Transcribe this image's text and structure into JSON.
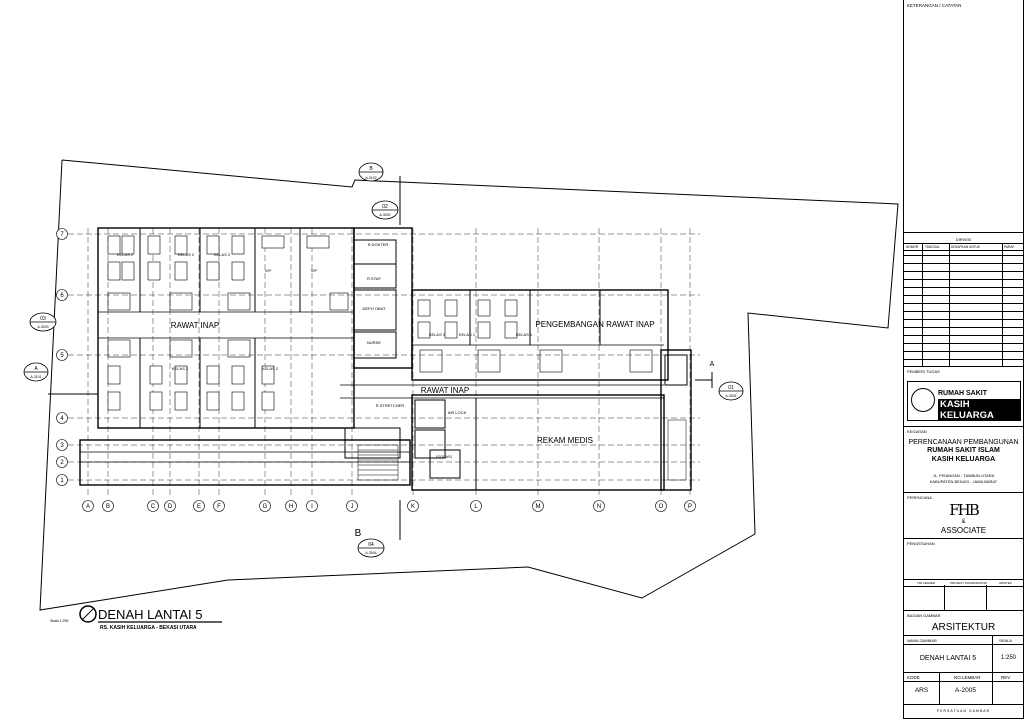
{
  "plan": {
    "title": "DENAH LANTAI 5",
    "subtitle": "RS. KASIH KELUARGA - BEKASI UTARA",
    "scale_note": "Skala 1:250",
    "rooms": {
      "rawat_inap_left": "RAWAT INAP",
      "rawat_inap_mid": "RAWAT INAP",
      "pengembangan": "PENGEMBANGAN RAWAT INAP",
      "rekam_medis": "REKAM MEDIS",
      "kelas2_a": "KELAS 2",
      "kelas2_b": "KELAS 2",
      "kelas2_c": "KELAS 2",
      "kelas2_d": "KELAS 2",
      "kelas2_e": "KELAS 2",
      "kelas1_a": "KELAS 1",
      "kelas1_b": "KELAS 1",
      "kelas1_c": "KELAS 1",
      "vip_a": "VIP",
      "vip_b": "VIP",
      "r_dokter": "R.DOKTER",
      "r_staf": "R.STAF",
      "depo_obat": "DEPO OBAT",
      "nurse": "NURSE",
      "r_stretcher": "R.STRETCHER",
      "air_lock": "AIR LOCK",
      "isolasi": "ISOLASI"
    },
    "grid_cols": [
      "A",
      "B",
      "C",
      "D",
      "E",
      "F",
      "G",
      "H",
      "I",
      "J",
      "K",
      "L",
      "M",
      "N",
      "O",
      "P"
    ],
    "grid_rows": [
      "7",
      "6",
      "5",
      "4",
      "3",
      "2",
      "1"
    ],
    "section_marks": {
      "b_top": {
        "letter": "B",
        "ref": "A-3102"
      },
      "b_bottom": {
        "letter": "B",
        "ref": ""
      },
      "a_left": {
        "letter": "A",
        "ref": "A-3101"
      },
      "a_right": {
        "letter": "A",
        "ref": ""
      },
      "elev_02": {
        "num": "02",
        "ref": "A-3002"
      },
      "elev_03": {
        "num": "03",
        "ref": "A-3003"
      },
      "elev_01": {
        "num": "01",
        "ref": "A-3001"
      },
      "elev_04": {
        "num": "04",
        "ref": "A-3004"
      }
    }
  },
  "titleblock": {
    "keterangan": "KETERANGAN / CATATAN",
    "revisi": {
      "header": "DIRIVISI",
      "cols": [
        "NOMOR",
        "TANGGAL",
        "DISIAPKAN UNTUK",
        "PARAF"
      ]
    },
    "pemberi_tugas_label": "PEMBERI TUGAS",
    "client_logo_line1": "RUMAH SAKIT",
    "client_logo_line2": "KASIH KELUARGA",
    "kegiatan_label": "KEGIATAN",
    "project_line1": "PERENCANAAN PEMBANGUNAN",
    "project_line2": "RUMAH SAKIT ISLAM",
    "project_line3": "KASIH KELUARGA",
    "address_line1": "JL. PISANGAN - TAMBUN UTARA",
    "address_line2": "KABUPATEN BEKASI - JAWA BARAT",
    "perencana_label": "PERENCANA",
    "firm_logo": "FHB",
    "firm_amp": "&",
    "firm_name": "ASSOCIATE",
    "pengesahan_label": "PENGESAHAN",
    "sign_cols": [
      "TIM LEADER",
      "PROJECT KOORDINATOR",
      "ARSITEK"
    ],
    "bagian_label": "BAGIAN GAMBAR",
    "bagian_value": "ARSITEKTUR",
    "nama_gambar_label": "NAMA GAMBAR",
    "skala_label": "SKALA",
    "nama_gambar_value": "DENAH LANTAI 5",
    "skala_value": "1:250",
    "kode_label": "KODE",
    "no_lembar_label": "NO.LEMBAR",
    "rev_label": "REV",
    "kode_value": "ARS",
    "no_lembar_value": "A-2005",
    "rev_value": "",
    "footer": "PERSATUAN GAMBAR"
  }
}
